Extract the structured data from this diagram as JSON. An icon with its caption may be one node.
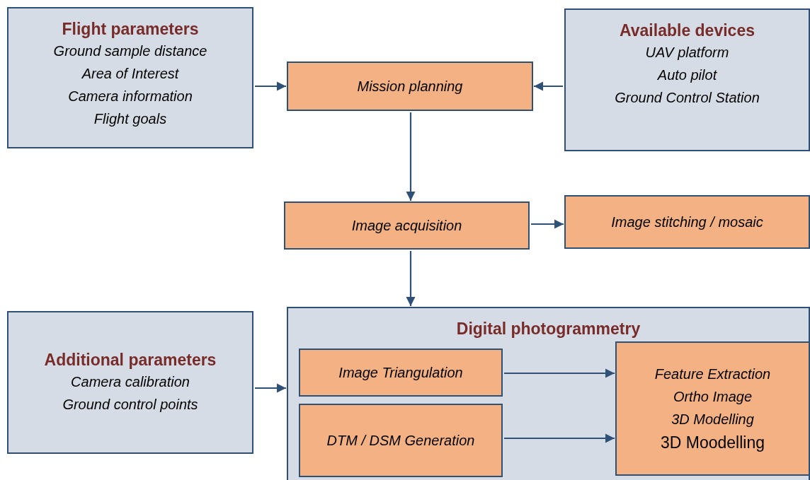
{
  "diagram": {
    "nodes": [
      {
        "text": [
          "Flight parameters",
          "Ground sample distance",
          "Area of Interest",
          "Camera information",
          "Flight goals"
        ]
      },
      {
        "text": [
          "Mission planning"
        ]
      },
      {
        "text": [
          "Available devices",
          "UAV platform",
          "Auto pilot",
          "Ground Control Station"
        ]
      },
      {
        "text": [
          "Image acquisition"
        ]
      },
      {
        "text": [
          "Image stitching / mosaic"
        ]
      },
      {
        "text": [
          "Additional parameters",
          "Camera calibration",
          "Ground control points"
        ]
      },
      {
        "text": [
          "Digital photogrammetry"
        ]
      },
      {
        "text": [
          "Image Triangulation"
        ],
        "in": 6
      },
      {
        "text": [
          "DTM / DSM Generation"
        ],
        "in": 6
      },
      {
        "text": [
          "Feature Extraction",
          "Ortho Image",
          "3D Modelling",
          "3D Moodelling"
        ],
        "in": 6
      }
    ],
    "edges": [
      {
        "from": 0,
        "to": 1,
        "arrow": "to"
      },
      {
        "from": 2,
        "to": 1,
        "arrow": "to"
      },
      {
        "from": 1,
        "to": 3,
        "arrow": "to"
      },
      {
        "from": 3,
        "to": 4,
        "arrow": "to"
      },
      {
        "from": 3,
        "to": 6,
        "arrow": "to"
      },
      {
        "from": 5,
        "to": 6,
        "arrow": "to"
      },
      {
        "from": 7,
        "to": 9,
        "arrow": "to"
      },
      {
        "from": 8,
        "to": 9,
        "arrow": "to"
      }
    ]
  }
}
